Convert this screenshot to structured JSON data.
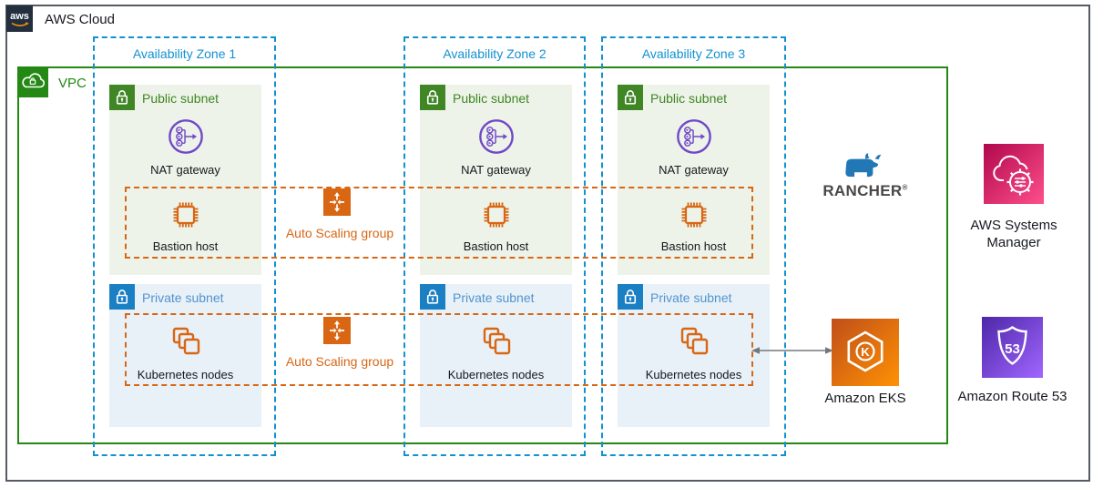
{
  "header": {
    "aws_logo": "aws",
    "aws_cloud_label": "AWS Cloud"
  },
  "vpc": {
    "label": "VPC"
  },
  "availability_zones": [
    {
      "label": "Availability Zone 1"
    },
    {
      "label": "Availability Zone 2"
    },
    {
      "label": "Availability Zone 3"
    }
  ],
  "subnets": {
    "public_label": "Public subnet",
    "private_label": "Private subnet"
  },
  "components": {
    "nat_gateway": "NAT gateway",
    "bastion_host": "Bastion host",
    "kubernetes_nodes": "Kubernetes nodes",
    "auto_scaling_group": "Auto Scaling group"
  },
  "external_services": {
    "rancher_label": "RANCHER",
    "rancher_trademark": "®",
    "eks_label": "Amazon EKS",
    "eks_monogram": "K",
    "systems_manager_label": "AWS Systems Manager",
    "route53_label": "Amazon Route 53",
    "route53_shield_number": "53"
  },
  "colors": {
    "aws_dark": "#232f3e",
    "outer_border": "#545b64",
    "vpc_green": "#248814",
    "subnet_green_label": "#3f8624",
    "public_subnet_bg": "#edf3e8",
    "az_blue": "#1291d0",
    "private_label_blue": "#5294cf",
    "private_lock_blue": "#1b7fc4",
    "private_subnet_bg": "#e8f1f8",
    "orange": "#d86613",
    "nat_purple": "#7048c9",
    "eks_gradient_start": "#bf4f19",
    "eks_gradient_end": "#ff9104",
    "ssm_gradient_start": "#b0084d",
    "ssm_gradient_end": "#ff4f8b",
    "route53_gradient_start": "#4d27a8",
    "route53_gradient_end": "#a166ff",
    "rancher_blue": "#2178b5",
    "arrow_gray": "#75787b"
  }
}
